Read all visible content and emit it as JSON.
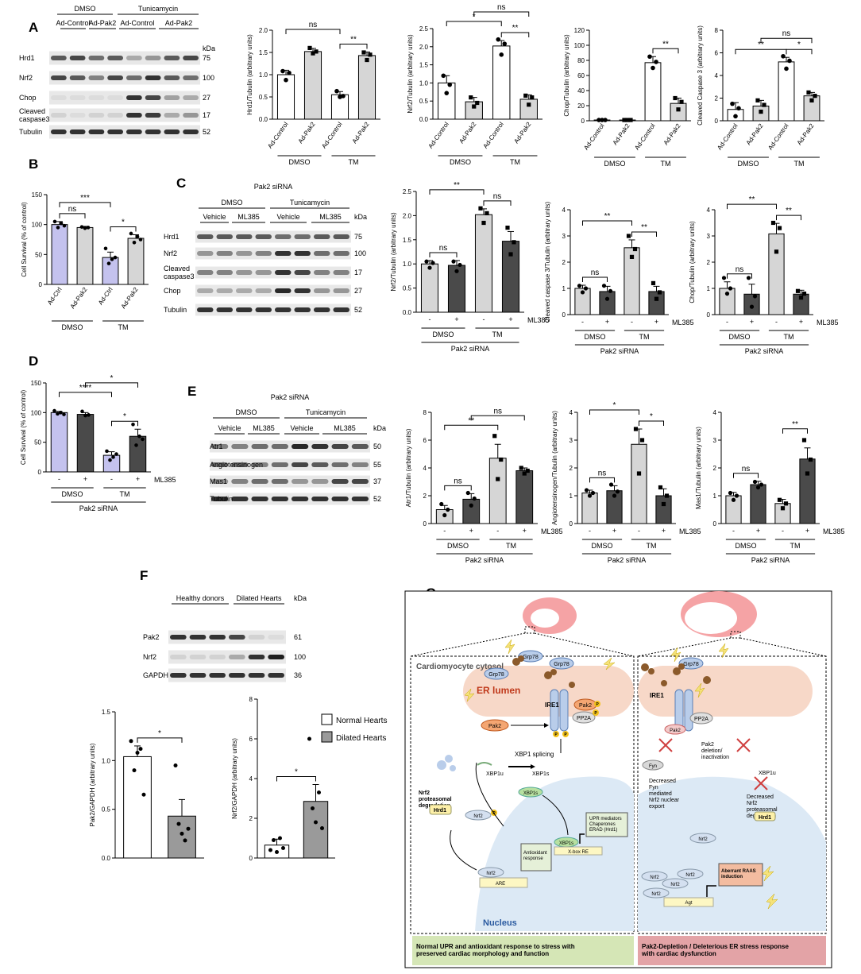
{
  "panels": {
    "A": "A",
    "B": "B",
    "C": "C",
    "D": "D",
    "E": "E",
    "F": "F",
    "G": "G"
  },
  "blot_A": {
    "group_labels": [
      "DMSO",
      "Tunicamycin"
    ],
    "lane_labels": [
      "Ad-Control",
      "Ad-Pak2",
      "Ad-Control",
      "Ad-Pak2"
    ],
    "unit": "kDa",
    "rows": [
      {
        "label": "Hrd1",
        "kda": "75"
      },
      {
        "label": "Nrf2",
        "kda": "100"
      },
      {
        "label": "Chop",
        "kda": "27"
      },
      {
        "label": "Cleaved\ncaspase3",
        "kda": "17"
      },
      {
        "label": "Tubulin",
        "kda": "52"
      }
    ]
  },
  "blot_C": {
    "top_label": "Pak2 siRNA",
    "group_labels": [
      "DMSO",
      "Tunicamycin"
    ],
    "lane_labels": [
      "Vehicle",
      "ML385",
      "Vehicle",
      "ML385"
    ],
    "unit": "kDa",
    "rows": [
      {
        "label": "Hrd1",
        "kda": "75"
      },
      {
        "label": "Nrf2",
        "kda": "100"
      },
      {
        "label": "Cleaved\ncaspase3",
        "kda": "17"
      },
      {
        "label": "Chop",
        "kda": "27"
      },
      {
        "label": "Tubulin",
        "kda": "52"
      }
    ]
  },
  "blot_E": {
    "top_label": "Pak2 siRNA",
    "group_labels": [
      "DMSO",
      "Tunicamycin"
    ],
    "lane_labels": [
      "Vehicle",
      "ML385",
      "Vehicle",
      "ML385"
    ],
    "unit": "kDa",
    "rows": [
      {
        "label": "Atr1",
        "kda": "50"
      },
      {
        "label": "Angiotensinogen",
        "kda": "55"
      },
      {
        "label": "Mas1",
        "kda": "37"
      },
      {
        "label": "Tubulin",
        "kda": "52"
      }
    ]
  },
  "blot_F": {
    "group_labels": [
      "Healthy donors",
      "Dilated Hearts"
    ],
    "unit": "kDa",
    "rows": [
      {
        "label": "Pak2",
        "kda": "61"
      },
      {
        "label": "Nrf2",
        "kda": "100"
      },
      {
        "label": "GAPDH",
        "kda": "36"
      }
    ]
  },
  "chart_data": [
    {
      "id": "A1",
      "type": "bar",
      "ylabel": "Hrd1/Tubulin (arbitrary units)",
      "ylim": [
        0,
        2.0
      ],
      "yticks": [
        "0.0",
        "0.5",
        "1.0",
        "1.5",
        "2.0"
      ],
      "categories": [
        "Ad-Control",
        "Ad-Pak2",
        "Ad-Control",
        "Ad-Pak2"
      ],
      "groups": [
        "DMSO",
        "TM"
      ],
      "values": [
        1.0,
        1.52,
        0.55,
        1.43
      ],
      "err": [
        0.1,
        0.07,
        0.07,
        0.08
      ],
      "points": [
        [
          1.08,
          0.88,
          1.04
        ],
        [
          1.6,
          1.48,
          1.52
        ],
        [
          0.63,
          0.5,
          0.52
        ],
        [
          1.5,
          1.33,
          1.45
        ]
      ],
      "sig": [
        {
          "a": 0,
          "b": 2,
          "t": "ns",
          "lvl": 1
        },
        {
          "a": 2,
          "b": 3,
          "t": "**",
          "lvl": 0
        }
      ]
    },
    {
      "id": "A2",
      "type": "bar",
      "ylabel": "Nrf2/Tubulin (arbitrary units)",
      "ylim": [
        0,
        2.5
      ],
      "yticks": [
        "0.0",
        "0.5",
        "1.0",
        "1.5",
        "2.0",
        "2.5"
      ],
      "categories": [
        "Ad-Control",
        "Ad-Pak2",
        "Ad-Control",
        "Ad-Pak2"
      ],
      "groups": [
        "DMSO",
        "TM"
      ],
      "values": [
        1.0,
        0.48,
        2.02,
        0.55
      ],
      "err": [
        0.2,
        0.12,
        0.15,
        0.12
      ],
      "points": [
        [
          1.2,
          0.72,
          0.95
        ],
        [
          0.6,
          0.35,
          0.45
        ],
        [
          2.2,
          1.78,
          2.08
        ],
        [
          0.65,
          0.4,
          0.6
        ]
      ],
      "sig": [
        {
          "a": 0,
          "b": 2,
          "t": "*",
          "lvl": 1
        },
        {
          "a": 2,
          "b": 3,
          "t": "**",
          "lvl": 0
        },
        {
          "a": 1,
          "b": 3,
          "t": "ns",
          "lvl": 2
        }
      ]
    },
    {
      "id": "A3",
      "type": "bar",
      "ylabel": "Chop/Tubulin (arbitrary units)",
      "ylim": [
        0,
        120
      ],
      "yticks": [
        "0",
        "20",
        "40",
        "60",
        "80",
        "100",
        "120"
      ],
      "categories": [
        "Ad-Control",
        "Ad-Pak2",
        "Ad-Control",
        "Ad-Pak2"
      ],
      "groups": [
        "DMSO",
        "TM"
      ],
      "values": [
        1,
        1,
        77,
        23
      ],
      "err": [
        0.5,
        0.5,
        8,
        7
      ],
      "points": [
        [
          1,
          1,
          1
        ],
        [
          1,
          1,
          1
        ],
        [
          85,
          70,
          78
        ],
        [
          30,
          15,
          25
        ]
      ],
      "sig": [
        {
          "a": 2,
          "b": 3,
          "t": "**",
          "lvl": 0
        }
      ]
    },
    {
      "id": "A4",
      "type": "bar",
      "ylabel": "Cleaved Caspase 3 (arbitrary units)",
      "ylim": [
        0,
        8
      ],
      "yticks": [
        "0",
        "2",
        "4",
        "6",
        "8"
      ],
      "categories": [
        "Ad-Control",
        "Ad-Pak2",
        "Ad-Control",
        "Ad-Pak2"
      ],
      "groups": [
        "DMSO",
        "TM"
      ],
      "values": [
        1.0,
        1.3,
        5.2,
        2.2
      ],
      "err": [
        0.6,
        0.5,
        0.4,
        0.3
      ],
      "points": [
        [
          1.5,
          0.4,
          1.1
        ],
        [
          1.8,
          0.8,
          1.4
        ],
        [
          5.7,
          4.6,
          5.3
        ],
        [
          2.5,
          1.8,
          2.2
        ]
      ],
      "sig": [
        {
          "a": 0,
          "b": 2,
          "t": "**",
          "lvl": 0
        },
        {
          "a": 2,
          "b": 3,
          "t": "*",
          "lvl": 0
        },
        {
          "a": 1,
          "b": 3,
          "t": "ns",
          "lvl": 1
        }
      ]
    },
    {
      "id": "B",
      "type": "bar",
      "ylabel": "Cell Survival (% of control)",
      "ylim": [
        0,
        150
      ],
      "yticks": [
        "0",
        "50",
        "100",
        "150"
      ],
      "categories": [
        "Ad-Ctrl",
        "Ad-Pak2",
        "Ad-Ctrl",
        "Ad-Pak2"
      ],
      "groups": [
        "DMSO",
        "TM"
      ],
      "values": [
        100,
        95,
        45,
        77
      ],
      "err": [
        5,
        2,
        9,
        6
      ],
      "points": [
        [
          105,
          95,
          102,
          98
        ],
        [
          96,
          94,
          95
        ],
        [
          60,
          35,
          42,
          45
        ],
        [
          85,
          70,
          80,
          75
        ]
      ],
      "sig": [
        {
          "a": 0,
          "b": 1,
          "t": "ns",
          "lvl": 0
        },
        {
          "a": 2,
          "b": 3,
          "t": "*",
          "lvl": 0
        },
        {
          "a": 0,
          "b": 2,
          "t": "***",
          "lvl": 1
        }
      ]
    },
    {
      "id": "C1",
      "type": "bar",
      "ylabel": "Nrf2/Tubulin (arbitrary units)",
      "ylim": [
        0,
        2.5
      ],
      "yticks": [
        "0.0",
        "0.5",
        "1.0",
        "1.5",
        "2.0",
        "2.5"
      ],
      "categories": [
        "-",
        "+",
        "-",
        "+"
      ],
      "groups": [
        "DMSO",
        "TM"
      ],
      "treatment": "ML385",
      "bottom": "Pak2 siRNA",
      "values": [
        1.0,
        0.97,
        2.02,
        1.47
      ],
      "err": [
        0.07,
        0.1,
        0.12,
        0.2
      ],
      "points": [
        [
          1.05,
          0.92,
          1.02
        ],
        [
          1.05,
          0.85,
          0.98
        ],
        [
          2.15,
          1.85,
          2.05
        ],
        [
          1.75,
          1.2,
          1.45
        ]
      ],
      "sig": [
        {
          "a": 0,
          "b": 1,
          "t": "ns",
          "lvl": 0
        },
        {
          "a": 2,
          "b": 3,
          "t": "ns",
          "lvl": 0
        },
        {
          "a": 0,
          "b": 2,
          "t": "**",
          "lvl": 1
        }
      ]
    },
    {
      "id": "C2",
      "type": "bar",
      "ylabel": "Cleaved caspase 3/Tubulin (arbitrary units)",
      "ylim": [
        0,
        4
      ],
      "yticks": [
        "0",
        "1",
        "2",
        "3",
        "4"
      ],
      "categories": [
        "-",
        "+",
        "-",
        "+"
      ],
      "groups": [
        "DMSO",
        "TM"
      ],
      "treatment": "ML385",
      "bottom": "Pak2 siRNA",
      "values": [
        1.0,
        0.88,
        2.55,
        0.88
      ],
      "err": [
        0.12,
        0.2,
        0.3,
        0.2
      ],
      "points": [
        [
          1.1,
          0.85,
          1.0
        ],
        [
          1.1,
          0.6,
          0.9
        ],
        [
          3.0,
          2.2,
          2.5
        ],
        [
          1.2,
          0.6,
          0.85
        ]
      ],
      "sig": [
        {
          "a": 0,
          "b": 1,
          "t": "ns",
          "lvl": 0
        },
        {
          "a": 2,
          "b": 3,
          "t": "**",
          "lvl": 0
        },
        {
          "a": 0,
          "b": 2,
          "t": "**",
          "lvl": 1
        }
      ]
    },
    {
      "id": "C3",
      "type": "bar",
      "ylabel": "Chop/Tubulin (arbitrary units)",
      "ylim": [
        0,
        4
      ],
      "yticks": [
        "0",
        "1",
        "2",
        "3",
        "4"
      ],
      "categories": [
        "-",
        "+",
        "-",
        "+"
      ],
      "groups": [
        "DMSO",
        "TM"
      ],
      "treatment": "ML385",
      "bottom": "Pak2 siRNA",
      "values": [
        1.0,
        0.78,
        3.08,
        0.78
      ],
      "err": [
        0.25,
        0.38,
        0.4,
        0.15
      ],
      "points": [
        [
          1.4,
          0.8,
          1.0
        ],
        [
          1.4,
          0.3,
          0.7
        ],
        [
          3.5,
          2.4,
          3.3
        ],
        [
          0.9,
          0.65,
          0.8
        ]
      ],
      "sig": [
        {
          "a": 0,
          "b": 1,
          "t": "ns",
          "lvl": 0
        },
        {
          "a": 2,
          "b": 3,
          "t": "**",
          "lvl": 0
        },
        {
          "a": 0,
          "b": 2,
          "t": "**",
          "lvl": 1
        }
      ]
    },
    {
      "id": "D",
      "type": "bar",
      "ylabel": "Cell Survival (% of control)",
      "ylim": [
        0,
        150
      ],
      "yticks": [
        "0",
        "50",
        "100",
        "150"
      ],
      "categories": [
        "-",
        "+",
        "-",
        "+"
      ],
      "groups": [
        "DMSO",
        "TM"
      ],
      "treatment": "ML385",
      "bottom": "Pak2 siRNA",
      "values": [
        100,
        97,
        28,
        60
      ],
      "err": [
        2,
        3,
        6,
        12
      ],
      "points": [
        [
          103,
          98,
          100,
          97
        ],
        [
          102,
          95,
          96
        ],
        [
          35,
          20,
          25,
          30
        ],
        [
          80,
          45,
          60,
          55
        ]
      ],
      "sig": [
        {
          "a": 2,
          "b": 3,
          "t": "*",
          "lvl": 0
        },
        {
          "a": 0,
          "b": 2,
          "t": "****",
          "lvl": 1
        },
        {
          "a": 1,
          "b": 3,
          "t": "*",
          "lvl": 2
        }
      ]
    },
    {
      "id": "E1",
      "type": "bar",
      "ylabel": "Atr1/Tubulin (arbitrary units)",
      "ylim": [
        0,
        8
      ],
      "yticks": [
        "0",
        "2",
        "4",
        "6",
        "8"
      ],
      "categories": [
        "-",
        "+",
        "-",
        "+"
      ],
      "groups": [
        "DMSO",
        "TM"
      ],
      "treatment": "ML385",
      "bottom": "Pak2 siRNA",
      "values": [
        1.0,
        1.75,
        4.7,
        3.8
      ],
      "err": [
        0.3,
        0.4,
        1.0,
        0.2
      ],
      "points": [
        [
          1.4,
          0.6,
          1.0
        ],
        [
          2.2,
          1.3,
          1.8
        ],
        [
          6.3,
          3.2,
          4.6
        ],
        [
          4.0,
          3.6,
          3.8
        ]
      ],
      "sig": [
        {
          "a": 0,
          "b": 1,
          "t": "ns",
          "lvl": 0
        },
        {
          "a": 0,
          "b": 2,
          "t": "**",
          "lvl": 1
        },
        {
          "a": 1,
          "b": 3,
          "t": "ns",
          "lvl": 2
        }
      ]
    },
    {
      "id": "E2",
      "type": "bar",
      "ylabel": "Angiotensinogen/Tubulin (arbitrary units)",
      "ylim": [
        0,
        4
      ],
      "yticks": [
        "0",
        "1",
        "2",
        "3",
        "4"
      ],
      "categories": [
        "-",
        "+",
        "-",
        "+"
      ],
      "groups": [
        "DMSO",
        "TM"
      ],
      "treatment": "ML385",
      "bottom": "Pak2 siRNA",
      "values": [
        1.1,
        1.18,
        2.85,
        1.0
      ],
      "err": [
        0.1,
        0.18,
        0.55,
        0.25
      ],
      "points": [
        [
          1.2,
          1.0,
          1.1
        ],
        [
          1.4,
          1.0,
          1.15
        ],
        [
          3.4,
          1.8,
          3.0
        ],
        [
          1.3,
          0.7,
          1.0
        ]
      ],
      "sig": [
        {
          "a": 0,
          "b": 1,
          "t": "ns",
          "lvl": 0
        },
        {
          "a": 2,
          "b": 3,
          "t": "*",
          "lvl": 0
        },
        {
          "a": 0,
          "b": 2,
          "t": "*",
          "lvl": 1
        }
      ]
    },
    {
      "id": "E3",
      "type": "bar",
      "ylabel": "Mas1/Tubulin (arbitrary units)",
      "ylim": [
        0,
        4
      ],
      "yticks": [
        "0",
        "1",
        "2",
        "3",
        "4"
      ],
      "categories": [
        "-",
        "+",
        "-",
        "+"
      ],
      "groups": [
        "DMSO",
        "TM"
      ],
      "treatment": "ML385",
      "bottom": "Pak2 siRNA",
      "values": [
        1.0,
        1.4,
        0.72,
        2.32
      ],
      "err": [
        0.12,
        0.12,
        0.15,
        0.4
      ],
      "points": [
        [
          1.1,
          0.85,
          1.0
        ],
        [
          1.5,
          1.3,
          1.4
        ],
        [
          0.85,
          0.55,
          0.72
        ],
        [
          3.0,
          1.8,
          2.3
        ]
      ],
      "sig": [
        {
          "a": 0,
          "b": 1,
          "t": "ns",
          "lvl": 0
        },
        {
          "a": 2,
          "b": 3,
          "t": "**",
          "lvl": 1
        }
      ]
    },
    {
      "id": "F1",
      "type": "bar",
      "ylabel": "Pak2/GAPDH (arbitrary units)",
      "ylim": [
        0,
        1.5
      ],
      "yticks": [
        "0.0",
        "0.5",
        "1.0",
        "1.5"
      ],
      "categories": [
        "Normal Hearts",
        "Dilated Hearts"
      ],
      "values": [
        1.04,
        0.43
      ],
      "err": [
        0.11,
        0.17
      ],
      "points": [
        [
          1.2,
          0.9,
          1.08,
          1.12,
          0.65
        ],
        [
          0.95,
          0.35,
          0.25,
          0.18,
          0.3
        ]
      ],
      "sig": [
        {
          "a": 0,
          "b": 1,
          "t": "*",
          "lvl": 0
        }
      ]
    },
    {
      "id": "F2",
      "type": "bar",
      "ylabel": "Nrf2/GAPDH (arbitrary units)",
      "ylim": [
        0,
        8
      ],
      "yticks": [
        "0",
        "2",
        "4",
        "6",
        "8"
      ],
      "categories": [
        "Normal Hearts",
        "Dilated Hearts"
      ],
      "values": [
        0.65,
        2.85
      ],
      "err": [
        0.3,
        0.85
      ],
      "points": [
        [
          0.4,
          0.9,
          0.3,
          1.0,
          0.5
        ],
        [
          6.0,
          2.5,
          1.8,
          3.3,
          1.5
        ]
      ],
      "sig": [
        {
          "a": 0,
          "b": 1,
          "t": "*",
          "lvl": 0
        }
      ]
    }
  ],
  "legend_F": [
    "Normal Hearts",
    "Dilated Hearts"
  ],
  "colors": {
    "white": "#ffffff",
    "light_gray": "#d6d6d6",
    "dark_gray": "#4a4a4a",
    "lavender": "#c4c2ee",
    "gray_fill": "#9a9a9a"
  },
  "diagram_G": {
    "cytosol_label": "Cardiomyocyte\ncytosol",
    "er_label": "ER lumen",
    "nucleus_label": "Nucleus",
    "grp78": "Grp78",
    "ire1": "IRE1",
    "pak2": "Pak2",
    "pp2a": "PP2A",
    "p": "P",
    "xbp1_splicing": "XBP1 splicing",
    "xbp1u": "XBP1u",
    "xbp1s": "XBP1s",
    "nrf2": "Nrf2",
    "hrd1": "Hrd1",
    "fyn": "Fyn",
    "nrf2_degradation": "Nrf2\nproteasomal\ndegradation",
    "upr_box": "UPR mediators\nChaperones\nERAD (Hrd1)",
    "xbox": "X-box RE",
    "are": "ARE",
    "antiox": "Antioxidant\nresponse",
    "pak2_deletion": "Pak2\ndeletion/\ninactivation",
    "fyn_text": "Decreased\nFyn\nmediated\nNrf2 nuclear\nexport",
    "decreased_deg": "Decreased\nNrf2\nproteasomal\ndegradation",
    "raas": "Aberrant RAAS\ninduction",
    "agt": "Agt",
    "left_caption": "Normal UPR and antioxidant response to stress with\npreserved cardiac morphology and function",
    "right_caption": "Pak2-Depletion / Deleterious ER stress response\nwith cardiac dysfunction"
  }
}
